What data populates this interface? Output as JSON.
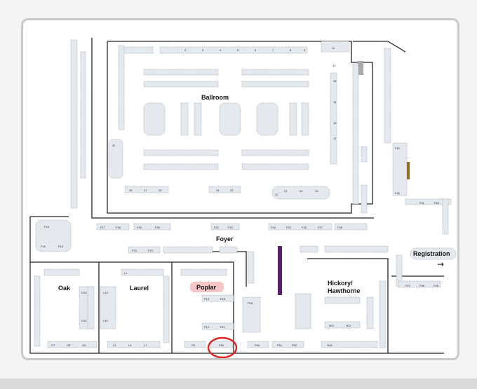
{
  "map": {
    "rooms": {
      "ballroom": "Ballroom",
      "foyer": "Foyer",
      "oak": "Oak",
      "laurel": "Laurel",
      "poplar": "Poplar",
      "hickory": "Hickory/",
      "hawthorne": "Hawthorne",
      "registration": "Registration"
    },
    "arrow": "→",
    "booth_labels": {
      "b1": "1",
      "b2": "2",
      "b3": "3",
      "b4": "4",
      "b5": "5",
      "b6": "6",
      "b7": "7",
      "b8": "8",
      "b9": "9",
      "b10": "10",
      "b11": "11",
      "b12": "12",
      "b13": "13",
      "b14": "14",
      "b15": "15",
      "b16": "16",
      "b17": "17",
      "b19": "19",
      "b20": "20",
      "b21": "21",
      "b22": "22",
      "b23": "23",
      "b24": "24",
      "b25": "25",
      "b26": "26",
      "b27": "27",
      "b28": "28",
      "b31": "31",
      "f13": "F13",
      "f14": "F14",
      "f15": "F15",
      "f16": "F16",
      "f17": "F17",
      "f18": "F18",
      "f19": "F19",
      "f20": "F20",
      "f22": "F22",
      "f23": "F23",
      "f24": "F24",
      "f25": "F25",
      "f26": "F26",
      "f27": "F27",
      "f28": "F28",
      "f40": "F40",
      "f41": "F41",
      "f42": "F42",
      "f45": "F45",
      "f46": "F46",
      "f47": "F47",
      "f73": "F73",
      "f74": "F74",
      "p6": "P6",
      "p10": "P10",
      "p11": "P11",
      "p12": "P12",
      "p14": "P14",
      "p15": "P15",
      "p18": "P18",
      "p62": "P62",
      "p91": "P91",
      "p92": "P92",
      "o7": "O7",
      "o8": "O8",
      "o9": "O9",
      "o12": "O12",
      "o13": "O13",
      "l1": "L1",
      "l5": "L5",
      "l6": "L6",
      "l7": "L7",
      "l10": "L10",
      "l13": "L13",
      "h11": "H11",
      "h12": "H12",
      "h15": "H15"
    }
  }
}
